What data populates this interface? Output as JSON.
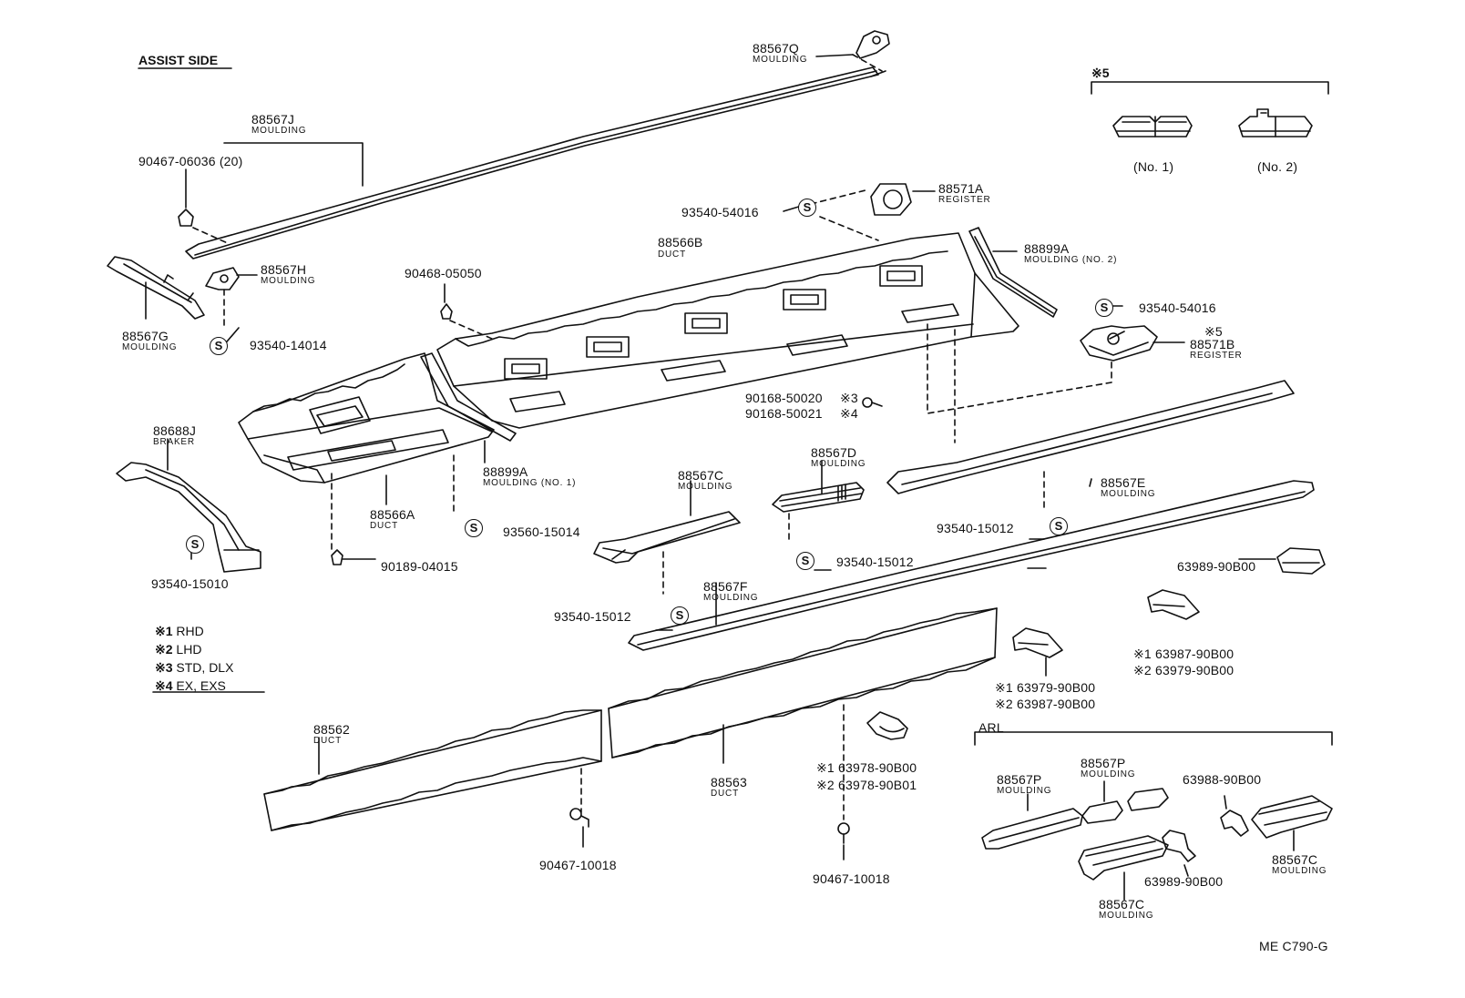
{
  "header": "ASSIST SIDE",
  "note5": {
    "mark": "※5",
    "variants": [
      "(No. 1)",
      "(No. 2)"
    ]
  },
  "labels": {
    "p88567Q": {
      "num": "88567Q",
      "name": "MOULDING"
    },
    "p88567J": {
      "num": "88567J",
      "name": "MOULDING"
    },
    "p90467_06036": {
      "num": "90467-06036 (20)"
    },
    "p88567H": {
      "num": "88567H",
      "name": "MOULDING"
    },
    "p88567G": {
      "num": "88567G",
      "name": "MOULDING"
    },
    "p93540_14014": {
      "num": "93540-14014"
    },
    "p90468_05050": {
      "num": "90468-05050"
    },
    "p88566B": {
      "num": "88566B",
      "name": "DUCT"
    },
    "p93540_54016a": {
      "num": "93540-54016"
    },
    "p88571A": {
      "num": "88571A",
      "name": "REGISTER"
    },
    "p88899A2": {
      "num": "88899A",
      "name": "MOULDING (NO. 2)"
    },
    "p93540_54016b": {
      "num": "93540-54016"
    },
    "p88571B": {
      "num": "88571B",
      "name": "REGISTER",
      "mark": "※5"
    },
    "p90168_50020": {
      "num": "90168-50020",
      "mark": "※3"
    },
    "p90168_50021": {
      "num": "90168-50021",
      "mark": "※4"
    },
    "p88688J": {
      "num": "88688J",
      "name": "BRAKER"
    },
    "p88899A1": {
      "num": "88899A",
      "name": "MOULDING (NO. 1)"
    },
    "p88566A": {
      "num": "88566A",
      "name": "DUCT"
    },
    "p93560_15014": {
      "num": "93560-15014"
    },
    "p90189_04015": {
      "num": "90189-04015"
    },
    "p93540_15010": {
      "num": "93540-15010"
    },
    "p88567D": {
      "num": "88567D",
      "name": "MOULDING"
    },
    "p88567C_mid": {
      "num": "88567C",
      "name": "MOULDING"
    },
    "p88567E": {
      "num": "88567E",
      "name": "MOULDING"
    },
    "p93540_15012_r": {
      "num": "93540-15012"
    },
    "p93540_15012_d": {
      "num": "93540-15012"
    },
    "p93540_15012_c": {
      "num": "93540-15012"
    },
    "p88567F": {
      "num": "88567F",
      "name": "MOULDING"
    },
    "p63989_90B00_a": {
      "num": "63989-90B00"
    },
    "p63987_90B00": {
      "line1": "※1 63987-90B00",
      "line2": "※2 63979-90B00"
    },
    "p63979_90B00": {
      "line1": "※1 63979-90B00",
      "line2": "※2 63987-90B00"
    },
    "p88562": {
      "num": "88562",
      "name": "DUCT"
    },
    "p88563": {
      "num": "88563",
      "name": "DUCT"
    },
    "p63978": {
      "line1": "※1 63978-90B00",
      "line2": "※2 63978-90B01"
    },
    "p90467_10018_a": {
      "num": "90467-10018"
    },
    "p90467_10018_b": {
      "num": "90467-10018"
    },
    "arl": "ARL",
    "p88567P_a": {
      "num": "88567P",
      "name": "MOULDING"
    },
    "p88567P_b": {
      "num": "88567P",
      "name": "MOULDING"
    },
    "p63988_90B00": {
      "num": "63988-90B00"
    },
    "p63989_90B00_b": {
      "num": "63989-90B00"
    },
    "p88567C_arl_r": {
      "num": "88567C",
      "name": "MOULDING"
    },
    "p88567C_arl_b": {
      "num": "88567C",
      "name": "MOULDING"
    }
  },
  "legend": [
    {
      "mark": "※1",
      "text": "RHD"
    },
    {
      "mark": "※2",
      "text": "LHD"
    },
    {
      "mark": "※3",
      "text": "STD, DLX"
    },
    {
      "mark": "※4",
      "text": "EX, EXS"
    }
  ],
  "screw_symbol": "S",
  "code": "ME C790-G"
}
